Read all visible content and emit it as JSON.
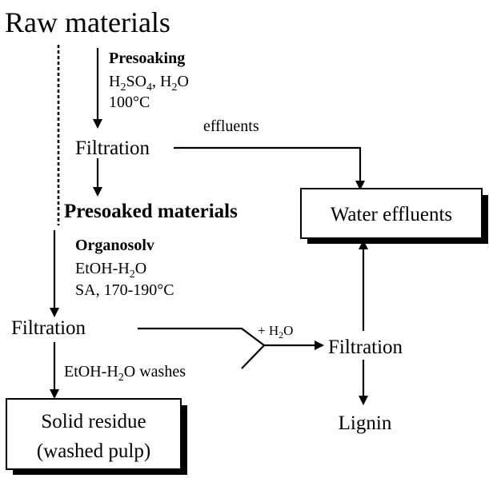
{
  "raw_materials": "Raw materials",
  "presoaking": {
    "title": "Presoaking",
    "reagent_a": "H",
    "reagent_a_sub": "2",
    "reagent_b": "SO",
    "reagent_b_sub": "4",
    "reagent_c": ", H",
    "reagent_c_sub": "2",
    "reagent_d": "O",
    "temperature": "100°C"
  },
  "filtration_1": "Filtration",
  "effluents_label": "effluents",
  "water_effluents": "Water effluents",
  "presoaked_materials": "Presoaked materials",
  "organosolv": {
    "title": "Organosolv",
    "solvent_a": "EtOH-H",
    "solvent_sub": "2",
    "solvent_b": "O",
    "conditions": "SA, 170-190°C"
  },
  "filtration_2": "Filtration",
  "water_addition": {
    "prefix": "+ H",
    "sub": "2",
    "suffix": "O"
  },
  "filtration_3": "Filtration",
  "washes": {
    "prefix": "EtOH-H",
    "sub": "2",
    "suffix": "O washes"
  },
  "solid_residue": {
    "line1": "Solid residue",
    "line2": "(washed pulp)"
  },
  "lignin": "Lignin"
}
